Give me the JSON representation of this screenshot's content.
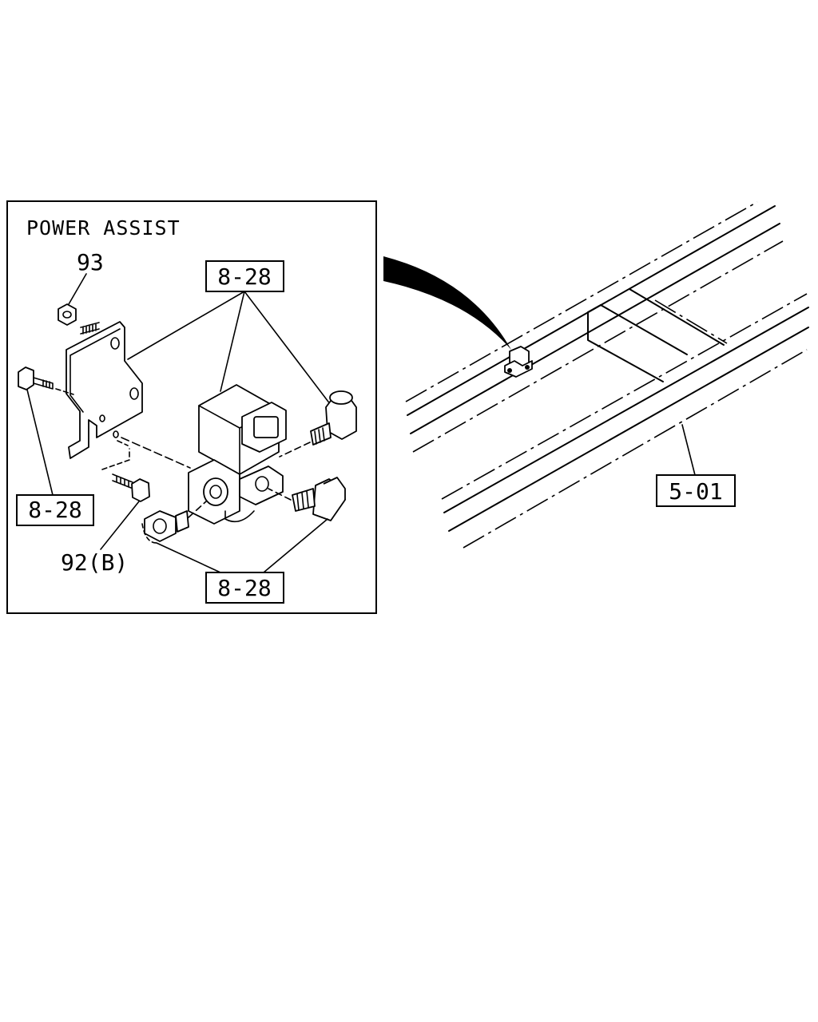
{
  "inset": {
    "title": "POWER ASSIST"
  },
  "callouts": {
    "part_93": "93",
    "part_92b": "92(B)",
    "ref_top": "8-28",
    "ref_left": "8-28",
    "ref_bottom": "8-28",
    "ref_frame": "5-01"
  }
}
